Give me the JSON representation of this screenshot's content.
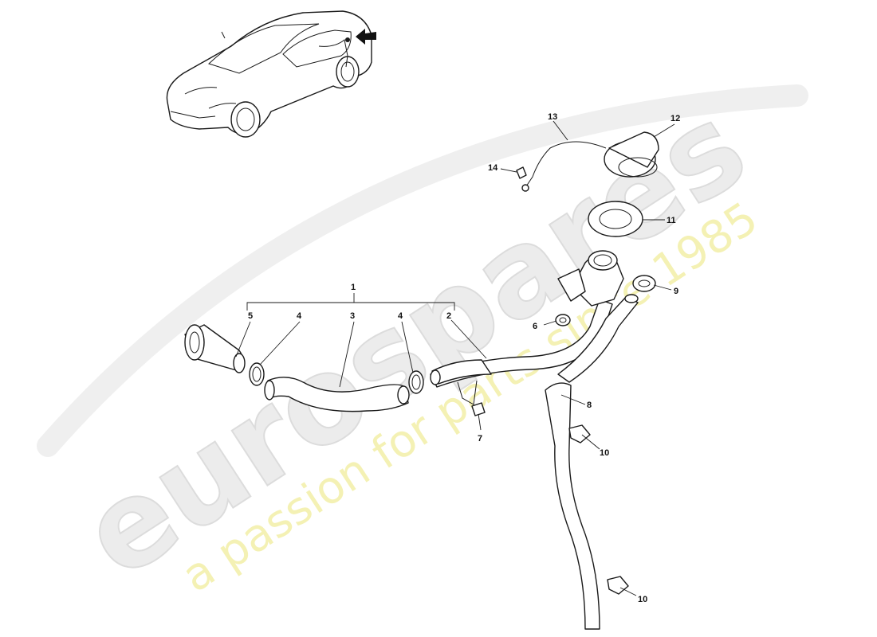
{
  "watermark": {
    "brand": "eurospares",
    "tagline": "a passion for parts since 1985",
    "brand_color": "#e6e6e6",
    "tagline_color": "#f3f0a8"
  },
  "callouts": [
    {
      "id": "c1",
      "label": "1"
    },
    {
      "id": "c2",
      "label": "2"
    },
    {
      "id": "c3",
      "label": "3"
    },
    {
      "id": "c4a",
      "label": "4"
    },
    {
      "id": "c4b",
      "label": "4"
    },
    {
      "id": "c5",
      "label": "5"
    },
    {
      "id": "c6",
      "label": "6"
    },
    {
      "id": "c7",
      "label": "7"
    },
    {
      "id": "c8",
      "label": "8"
    },
    {
      "id": "c9",
      "label": "9"
    },
    {
      "id": "c10a",
      "label": "10"
    },
    {
      "id": "c10b",
      "label": "10"
    },
    {
      "id": "c11",
      "label": "11"
    },
    {
      "id": "c12",
      "label": "12"
    },
    {
      "id": "c13",
      "label": "13"
    },
    {
      "id": "c14",
      "label": "14"
    }
  ]
}
